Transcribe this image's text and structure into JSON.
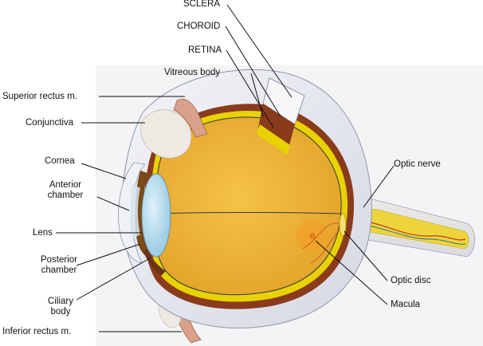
{
  "labels": {
    "sclera": "SCLERA",
    "choroid": "CHOROID",
    "retina": "RETINA",
    "vitreous_body": "Vitreous body",
    "superior_rectus": "Superior rectus m.",
    "conjunctiva": "Conjunctiva",
    "cornea": "Cornea",
    "anterior_chamber_1": "Anterior",
    "anterior_chamber_2": "chamber",
    "lens": "Lens",
    "posterior_chamber_1": "Posterior",
    "posterior_chamber_2": "chamber",
    "ciliary_body_1": "Ciliary",
    "ciliary_body_2": "body",
    "inferior_rectus": "Inferior rectus m.",
    "optic_nerve": "Optic nerve",
    "optic_disc": "Optic disc",
    "macula": "Macula"
  },
  "colors": {
    "sclera": "#e4e6ee",
    "choroid": "#8a3b1c",
    "retina": "#e8d200",
    "vitreous": "#eeb12c",
    "muscle": "#d9a08a",
    "conjunctiva": "#efe9e4",
    "iris": "#7b4a1a",
    "lens": "#a9d6ea",
    "leader_line": "#111111"
  }
}
